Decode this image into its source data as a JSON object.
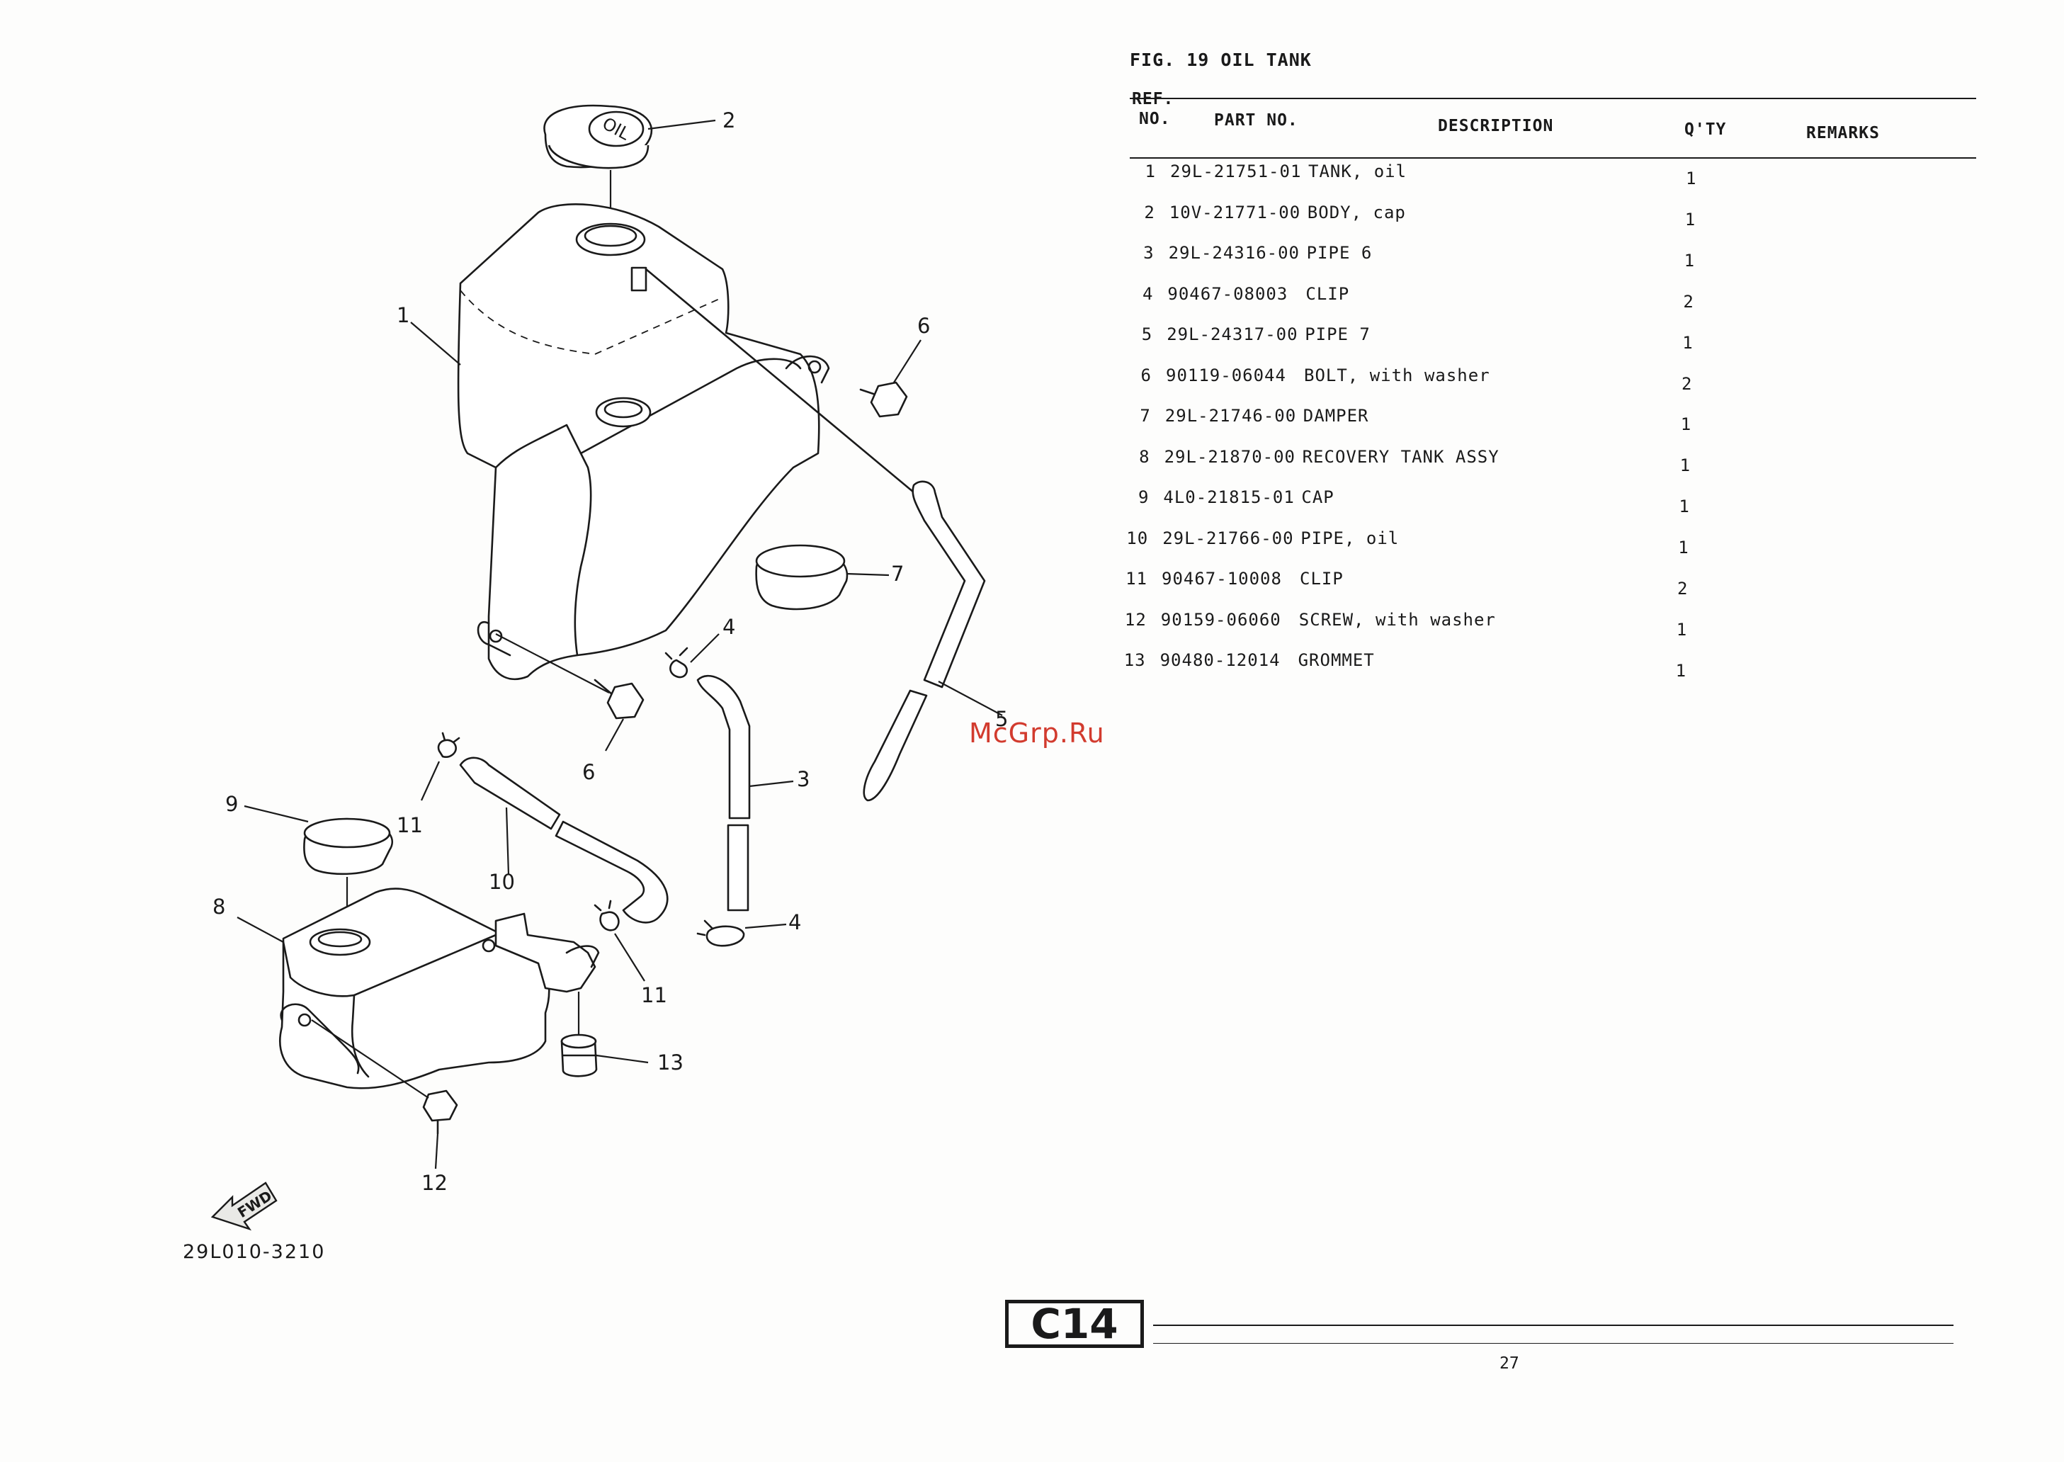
{
  "figure": {
    "title": "FIG. 19  OIL TANK",
    "code": "29L010-3210"
  },
  "table": {
    "headers": {
      "ref_line1": "REF.",
      "ref_line2": "NO.",
      "part_no": "PART NO.",
      "description": "DESCRIPTION",
      "qty": "Q'TY",
      "remarks": "REMARKS"
    },
    "rows": [
      {
        "ref": "1",
        "part": "29L-21751-01",
        "desc": "TANK, oil",
        "qty": "1"
      },
      {
        "ref": "2",
        "part": "10V-21771-00",
        "desc": "BODY, cap",
        "qty": "1"
      },
      {
        "ref": "3",
        "part": "29L-24316-00",
        "desc": "PIPE 6",
        "qty": "1"
      },
      {
        "ref": "4",
        "part": "90467-08003",
        "desc": "CLIP",
        "qty": "2"
      },
      {
        "ref": "5",
        "part": "29L-24317-00",
        "desc": "PIPE 7",
        "qty": "1"
      },
      {
        "ref": "6",
        "part": "90119-06044",
        "desc": "BOLT, with washer",
        "qty": "2"
      },
      {
        "ref": "7",
        "part": "29L-21746-00",
        "desc": "DAMPER",
        "qty": "1"
      },
      {
        "ref": "8",
        "part": "29L-21870-00",
        "desc": "RECOVERY TANK ASSY",
        "qty": "1"
      },
      {
        "ref": "9",
        "part": "4L0-21815-01",
        "desc": "CAP",
        "qty": "1"
      },
      {
        "ref": "10",
        "part": "29L-21766-00",
        "desc": "PIPE, oil",
        "qty": "1"
      },
      {
        "ref": "11",
        "part": "90467-10008",
        "desc": "CLIP",
        "qty": "2"
      },
      {
        "ref": "12",
        "part": "90159-06060",
        "desc": "SCREW, with washer",
        "qty": "1"
      },
      {
        "ref": "13",
        "part": "90480-12014",
        "desc": "GROMMET",
        "qty": "1"
      }
    ]
  },
  "diagram": {
    "callouts": [
      "1",
      "2",
      "3",
      "4",
      "4",
      "5",
      "6",
      "6",
      "7",
      "8",
      "9",
      "10",
      "11",
      "11",
      "12",
      "13"
    ],
    "cap_text": "OIL",
    "fwd_text": "FWD"
  },
  "section_mark": "C14",
  "page_number": "27",
  "watermark": "McGrp.Ru"
}
